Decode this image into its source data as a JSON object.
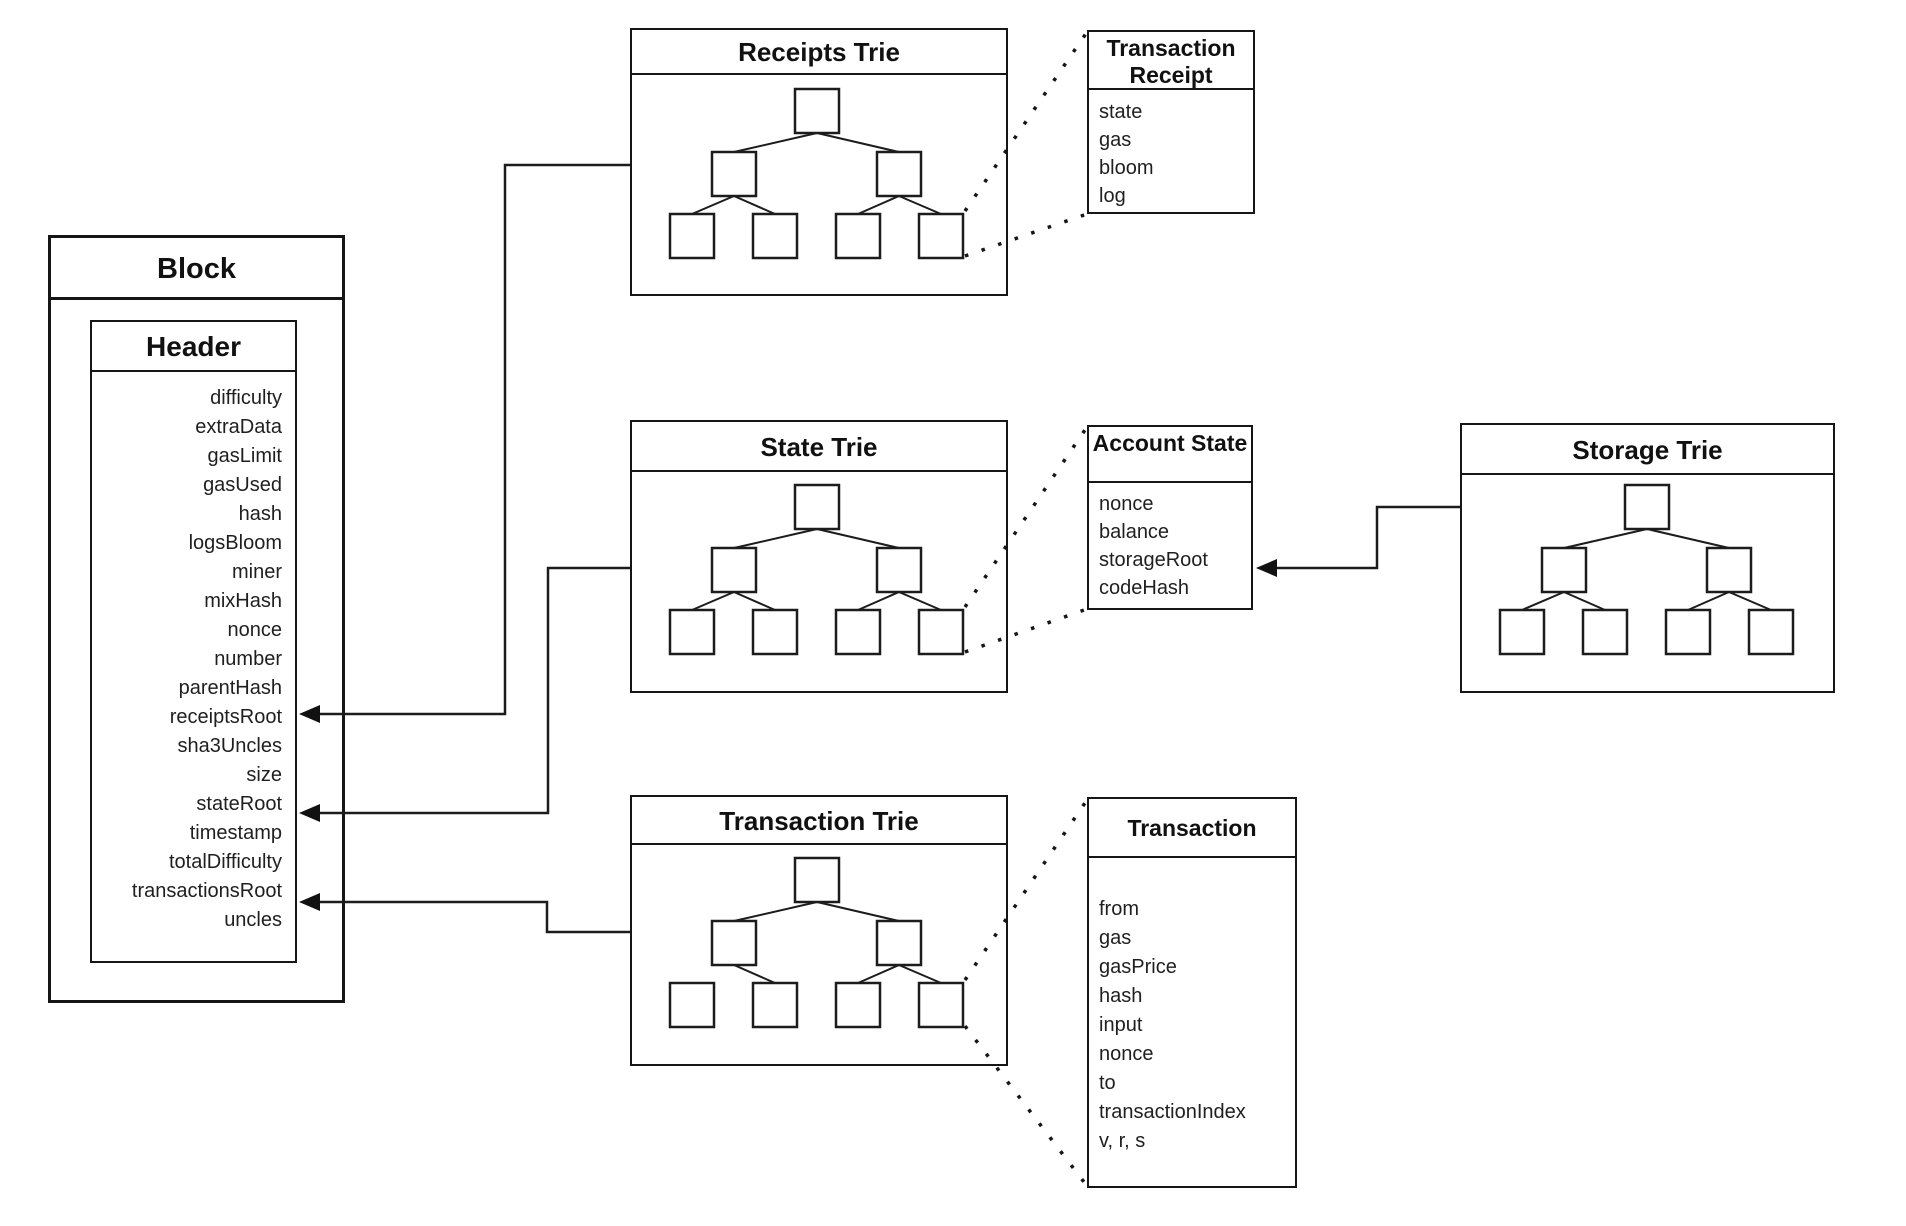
{
  "block": {
    "title": "Block"
  },
  "header": {
    "title": "Header",
    "fields": [
      "difficulty",
      "extraData",
      "gasLimit",
      "gasUsed",
      "hash",
      "logsBloom",
      "miner",
      "mixHash",
      "nonce",
      "number",
      "parentHash",
      "receiptsRoot",
      "sha3Uncles",
      "size",
      "stateRoot",
      "timestamp",
      "totalDifficulty",
      "transactionsRoot",
      "uncles"
    ]
  },
  "tries": {
    "receipts": {
      "title": "Receipts Trie"
    },
    "state": {
      "title": "State Trie"
    },
    "transaction": {
      "title": "Transaction Trie"
    },
    "storage": {
      "title": "Storage Trie"
    }
  },
  "details": {
    "transaction_receipt": {
      "title": "Transaction Receipt",
      "fields": [
        "state",
        "gas",
        "bloom",
        "log"
      ]
    },
    "account_state": {
      "title": "Account State",
      "fields": [
        "nonce",
        "balance",
        "storageRoot",
        "codeHash"
      ]
    },
    "transaction": {
      "title": "Transaction",
      "fields": [
        "from",
        "gas",
        "gasPrice",
        "hash",
        "input",
        "nonce",
        "to",
        "transactionIndex",
        "v, r, s"
      ]
    }
  },
  "colors": {
    "line": "#161616",
    "background": "#ffffff",
    "text": "#1f1f1f"
  }
}
